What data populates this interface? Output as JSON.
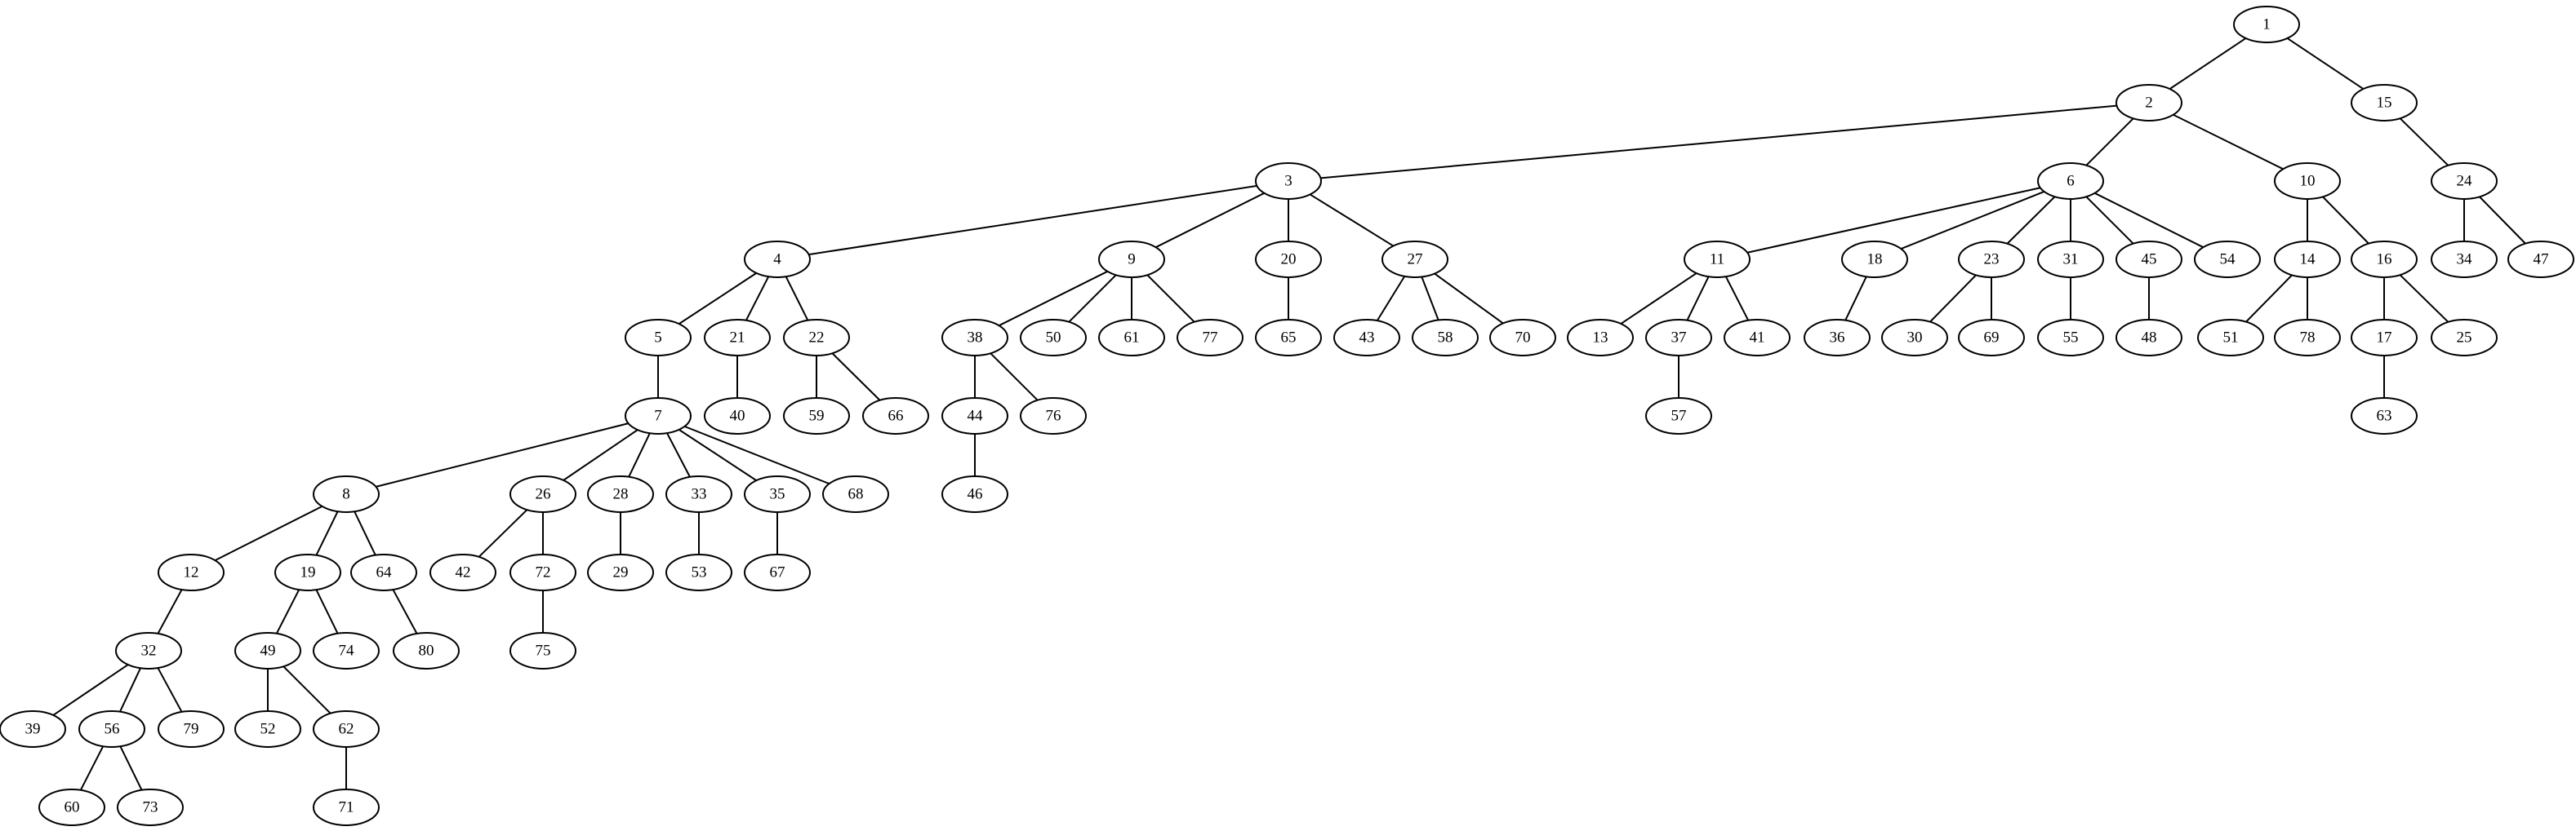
{
  "diagram": {
    "type": "tree",
    "root": "1",
    "nodes": [
      "1",
      "2",
      "15",
      "3",
      "6",
      "10",
      "24",
      "4",
      "9",
      "20",
      "27",
      "11",
      "18",
      "23",
      "31",
      "45",
      "54",
      "14",
      "16",
      "34",
      "47",
      "5",
      "21",
      "22",
      "38",
      "50",
      "61",
      "77",
      "65",
      "43",
      "58",
      "70",
      "13",
      "37",
      "41",
      "36",
      "30",
      "69",
      "55",
      "48",
      "51",
      "78",
      "17",
      "25",
      "7",
      "40",
      "59",
      "66",
      "44",
      "76",
      "57",
      "63",
      "8",
      "26",
      "28",
      "33",
      "35",
      "68",
      "46",
      "12",
      "19",
      "64",
      "42",
      "72",
      "29",
      "53",
      "67",
      "32",
      "49",
      "74",
      "80",
      "75",
      "39",
      "56",
      "79",
      "52",
      "62",
      "60",
      "73",
      "71"
    ],
    "edges": [
      [
        "1",
        "2"
      ],
      [
        "1",
        "15"
      ],
      [
        "2",
        "3"
      ],
      [
        "2",
        "6"
      ],
      [
        "2",
        "10"
      ],
      [
        "15",
        "24"
      ],
      [
        "3",
        "4"
      ],
      [
        "3",
        "9"
      ],
      [
        "3",
        "20"
      ],
      [
        "3",
        "27"
      ],
      [
        "6",
        "11"
      ],
      [
        "6",
        "18"
      ],
      [
        "6",
        "23"
      ],
      [
        "6",
        "31"
      ],
      [
        "6",
        "45"
      ],
      [
        "6",
        "54"
      ],
      [
        "10",
        "14"
      ],
      [
        "10",
        "16"
      ],
      [
        "24",
        "34"
      ],
      [
        "24",
        "47"
      ],
      [
        "4",
        "5"
      ],
      [
        "4",
        "21"
      ],
      [
        "4",
        "22"
      ],
      [
        "9",
        "38"
      ],
      [
        "9",
        "50"
      ],
      [
        "9",
        "61"
      ],
      [
        "9",
        "77"
      ],
      [
        "20",
        "65"
      ],
      [
        "27",
        "43"
      ],
      [
        "27",
        "58"
      ],
      [
        "27",
        "70"
      ],
      [
        "11",
        "13"
      ],
      [
        "11",
        "37"
      ],
      [
        "11",
        "41"
      ],
      [
        "18",
        "36"
      ],
      [
        "23",
        "30"
      ],
      [
        "23",
        "69"
      ],
      [
        "31",
        "55"
      ],
      [
        "45",
        "48"
      ],
      [
        "14",
        "51"
      ],
      [
        "14",
        "78"
      ],
      [
        "16",
        "17"
      ],
      [
        "16",
        "25"
      ],
      [
        "5",
        "7"
      ],
      [
        "21",
        "40"
      ],
      [
        "22",
        "59"
      ],
      [
        "22",
        "66"
      ],
      [
        "38",
        "44"
      ],
      [
        "38",
        "76"
      ],
      [
        "37",
        "57"
      ],
      [
        "17",
        "63"
      ],
      [
        "7",
        "8"
      ],
      [
        "7",
        "26"
      ],
      [
        "7",
        "28"
      ],
      [
        "7",
        "33"
      ],
      [
        "7",
        "35"
      ],
      [
        "7",
        "68"
      ],
      [
        "44",
        "46"
      ],
      [
        "8",
        "12"
      ],
      [
        "8",
        "19"
      ],
      [
        "8",
        "64"
      ],
      [
        "26",
        "42"
      ],
      [
        "26",
        "72"
      ],
      [
        "28",
        "29"
      ],
      [
        "33",
        "53"
      ],
      [
        "35",
        "67"
      ],
      [
        "12",
        "32"
      ],
      [
        "19",
        "49"
      ],
      [
        "19",
        "74"
      ],
      [
        "64",
        "80"
      ],
      [
        "72",
        "75"
      ],
      [
        "32",
        "39"
      ],
      [
        "32",
        "56"
      ],
      [
        "32",
        "79"
      ],
      [
        "49",
        "52"
      ],
      [
        "49",
        "62"
      ],
      [
        "56",
        "60"
      ],
      [
        "56",
        "73"
      ],
      [
        "62",
        "71"
      ]
    ]
  }
}
